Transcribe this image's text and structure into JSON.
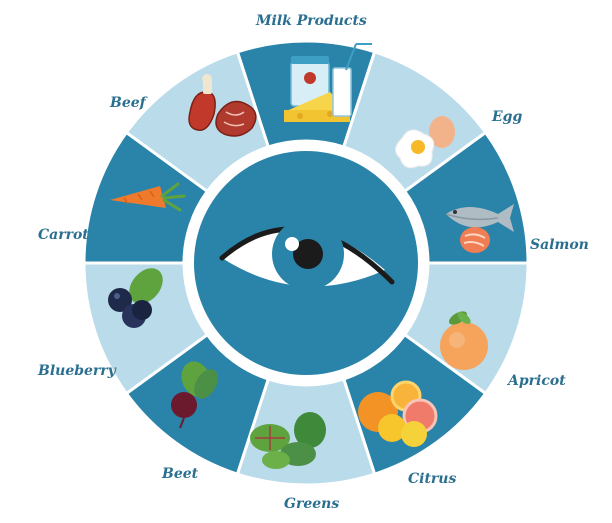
{
  "colors": {
    "dark_teal": "#2a83a8",
    "light_blue": "#b9dbea",
    "center_ring": "#ffffff",
    "iris": "#2a83a8",
    "label": "#2a6f8f"
  },
  "center_icon": "eye-icon",
  "segments": [
    {
      "label": "Milk Products",
      "icon": "milk-products-icon"
    },
    {
      "label": "Egg",
      "icon": "egg-icon"
    },
    {
      "label": "Salmon",
      "icon": "salmon-icon"
    },
    {
      "label": "Apricot",
      "icon": "apricot-icon"
    },
    {
      "label": "Citrus",
      "icon": "citrus-icon"
    },
    {
      "label": "Greens",
      "icon": "greens-icon"
    },
    {
      "label": "Beet",
      "icon": "beet-icon"
    },
    {
      "label": "Blueberry",
      "icon": "blueberry-icon"
    },
    {
      "label": "Carrot",
      "icon": "carrot-icon"
    },
    {
      "label": "Beef",
      "icon": "beef-icon"
    }
  ]
}
